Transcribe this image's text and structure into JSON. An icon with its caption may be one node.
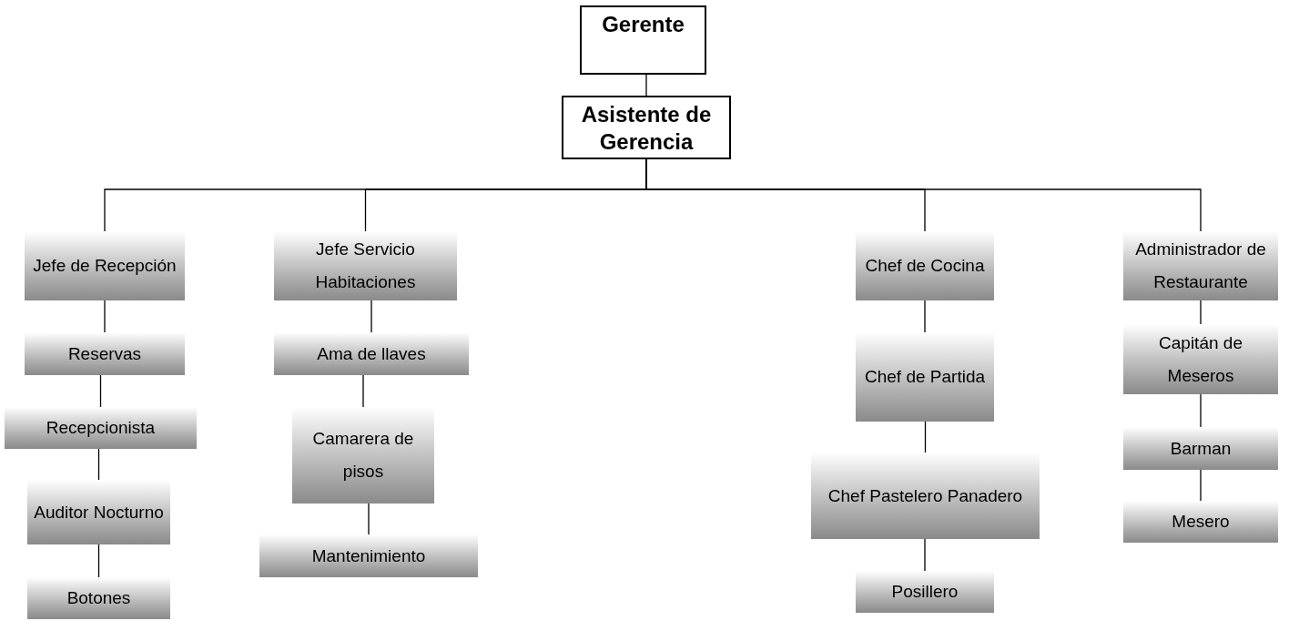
{
  "diagram": {
    "nodes": [
      {
        "text": [
          "Gerente"
        ]
      },
      {
        "text": [
          "Asistente de Gerencia"
        ]
      },
      {
        "text": [
          "Jefe de Recepción"
        ]
      },
      {
        "text": [
          "Reservas"
        ]
      },
      {
        "text": [
          "Recepcionista"
        ]
      },
      {
        "text": [
          "Auditor Nocturno"
        ]
      },
      {
        "text": [
          "Botones"
        ]
      },
      {
        "text": [
          "Jefe Servicio Habitaciones"
        ]
      },
      {
        "text": [
          "Ama de llaves"
        ]
      },
      {
        "text": [
          "Camarera de pisos"
        ]
      },
      {
        "text": [
          "Mantenimiento"
        ]
      },
      {
        "text": [
          "Chef de Cocina"
        ]
      },
      {
        "text": [
          "Chef de Partida"
        ]
      },
      {
        "text": [
          "Chef Pastelero Panadero"
        ]
      },
      {
        "text": [
          "Posillero"
        ]
      },
      {
        "text": [
          "Administrador de Restaurante"
        ]
      },
      {
        "text": [
          "Capitán de Meseros"
        ]
      },
      {
        "text": [
          "Barman"
        ]
      },
      {
        "text": [
          "Mesero"
        ]
      }
    ],
    "edges": [
      {
        "from": 0,
        "to": 1,
        "arrow": "none"
      },
      {
        "from": 1,
        "to": 2,
        "arrow": "none"
      },
      {
        "from": 1,
        "to": 7,
        "arrow": "none"
      },
      {
        "from": 1,
        "to": 11,
        "arrow": "none"
      },
      {
        "from": 1,
        "to": 15,
        "arrow": "none"
      },
      {
        "from": 2,
        "to": 3,
        "arrow": "none"
      },
      {
        "from": 3,
        "to": 4,
        "arrow": "none"
      },
      {
        "from": 4,
        "to": 5,
        "arrow": "none"
      },
      {
        "from": 5,
        "to": 6,
        "arrow": "none"
      },
      {
        "from": 7,
        "to": 8,
        "arrow": "none"
      },
      {
        "from": 8,
        "to": 9,
        "arrow": "none"
      },
      {
        "from": 9,
        "to": 10,
        "arrow": "none"
      },
      {
        "from": 11,
        "to": 12,
        "arrow": "none"
      },
      {
        "from": 12,
        "to": 13,
        "arrow": "none"
      },
      {
        "from": 13,
        "to": 14,
        "arrow": "none"
      },
      {
        "from": 15,
        "to": 16,
        "arrow": "none"
      },
      {
        "from": 16,
        "to": 17,
        "arrow": "none"
      },
      {
        "from": 17,
        "to": 18,
        "arrow": "none"
      }
    ]
  }
}
